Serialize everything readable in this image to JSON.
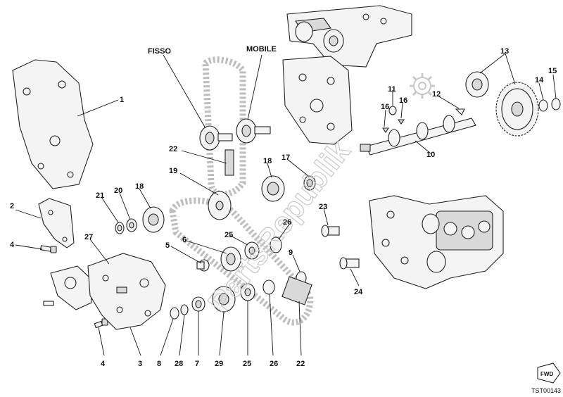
{
  "labels": {
    "fisso": "FISSO",
    "mobile": "MOBILE",
    "n1": "1",
    "n2": "2",
    "n3": "3",
    "n4a": "4",
    "n4b": "4",
    "n5": "5",
    "n6": "6",
    "n7": "7",
    "n8": "8",
    "n9": "9",
    "n10": "10",
    "n11": "11",
    "n12": "12",
    "n13": "13",
    "n14": "14",
    "n15": "15",
    "n16a": "16",
    "n16b": "16",
    "n17": "17",
    "n18": "18",
    "n19": "19",
    "n20": "20",
    "n21": "21",
    "n22a": "22",
    "n22b": "22",
    "n23": "23",
    "n24": "24",
    "n25a": "25",
    "n25b": "25",
    "n26a": "26",
    "n26b": "26",
    "n27": "27",
    "n28": "28",
    "n29": "29"
  },
  "fwd_label": "FWD",
  "diagram_code": "TST00143",
  "watermark": "PartsRepublik"
}
